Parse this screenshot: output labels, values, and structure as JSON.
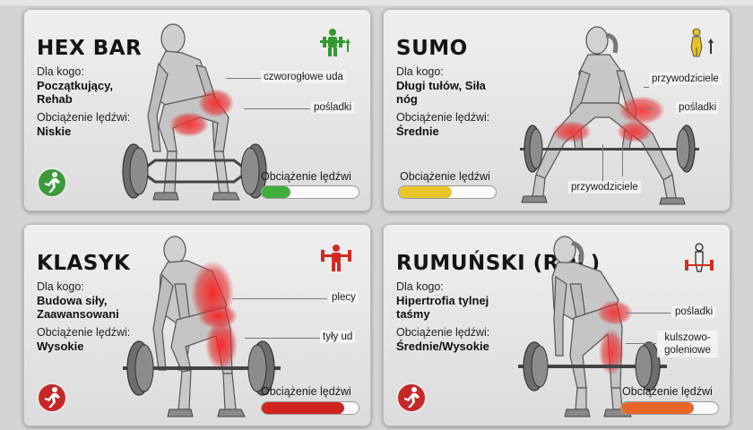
{
  "cards": [
    {
      "title": "HEX BAR",
      "for_label": "Dla kogo:",
      "for_value": "Początkujący, Rehab",
      "load_label_text": "Obciążenie lędźwi:",
      "load_value": "Niskie",
      "callouts": [
        "czworogłowe uda",
        "pośladki"
      ],
      "bar_label": "Obciążenie lędźwi",
      "load_fraction": 0.3,
      "bar_color": "#3fae3a",
      "icon_color": "#2f9a2f",
      "icon": "person-arrow-up-icon",
      "badge_color": "#3c9a3c",
      "badge": "running-person-badge-icon"
    },
    {
      "title": "SUMO",
      "for_label": "Dla kogo:",
      "for_value": "Długi tułów, Siła nóg",
      "load_label_text": "Obciążenie lędźwi:",
      "load_value": "Średnie",
      "callouts": [
        "przywodziciele",
        "pośladki",
        "przywodziciele"
      ],
      "bar_label": "Obciążenie lędźwi",
      "load_fraction": 0.55,
      "bar_color": "#e8c52a",
      "icon_color": "#e2c230",
      "icon": "person-arrow-up-icon"
    },
    {
      "title": "KLASYK",
      "for_label": "Dla kogo:",
      "for_value": "Budowa siły, Zaawansowani",
      "load_label_text": "Obciążenie lędźwi:",
      "load_value": "Wysokie",
      "callouts": [
        "plecy",
        "tyły ud"
      ],
      "bar_label": "Obciążenie lędźwi",
      "load_fraction": 0.85,
      "bar_color": "#d0241c",
      "icon_color": "#d22a22",
      "icon": "person-barbell-icon",
      "badge_color": "#c62828",
      "badge": "running-person-badge-icon"
    },
    {
      "title": "RUMUŃSKI (RDL)",
      "for_label": "Dla kogo:",
      "for_value": "Hipertrofia tylnej taśmy",
      "load_label_text": "Obciążenie lędźwi:",
      "load_value": "Średnie/Wysokie",
      "callouts": [
        "pośladki",
        "kulszowo-goleniowe"
      ],
      "bar_label": "Obciążenie lędźwi",
      "load_fraction": 0.75,
      "bar_color": "#e8662a",
      "icon_color": "#d03020",
      "icon": "person-barbell-icon",
      "badge_color": "#c62828",
      "badge": "running-person-badge-icon"
    }
  ]
}
